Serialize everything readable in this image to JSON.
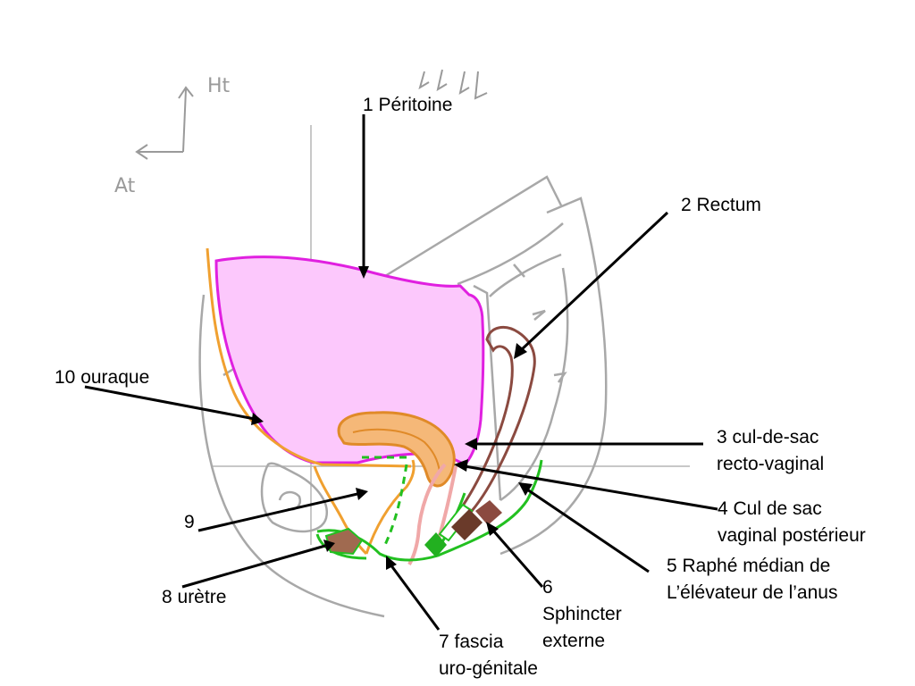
{
  "orientation": {
    "top_label": "Ht",
    "front_label": "At"
  },
  "labels": {
    "peritoine": "1 Péritoine",
    "rectum": "2 Rectum",
    "cds_recto_vaginal": [
      "3 cul-de-sac",
      "recto-vaginal"
    ],
    "cds_vaginal_posterieur": [
      "4 Cul de sac",
      "vaginal postérieur"
    ],
    "raphe": [
      "5 Raphé médian de",
      "L’élévateur de l’anus"
    ],
    "sphincter": [
      "6",
      "Sphincter",
      "externe"
    ],
    "fascia": [
      "7 fascia",
      "uro-génitale"
    ],
    "uretre": "8 urètre",
    "nine": "9",
    "ouraque": "10 ouraque"
  },
  "colors": {
    "peritoneum_stroke": "#e020e0",
    "peritoneum_fill": "#fcc8fc",
    "urachus": "#f0a030",
    "uterus_fill": "#f5b878",
    "rectum": "#8b4a40",
    "levator_green": "#22c020",
    "vagina_pink": "#f0a8a8",
    "pelvis_gray": "#a8a8a8",
    "sphincter_brown": "#6a3a2a",
    "urethra_muscle": "#a06a50"
  }
}
